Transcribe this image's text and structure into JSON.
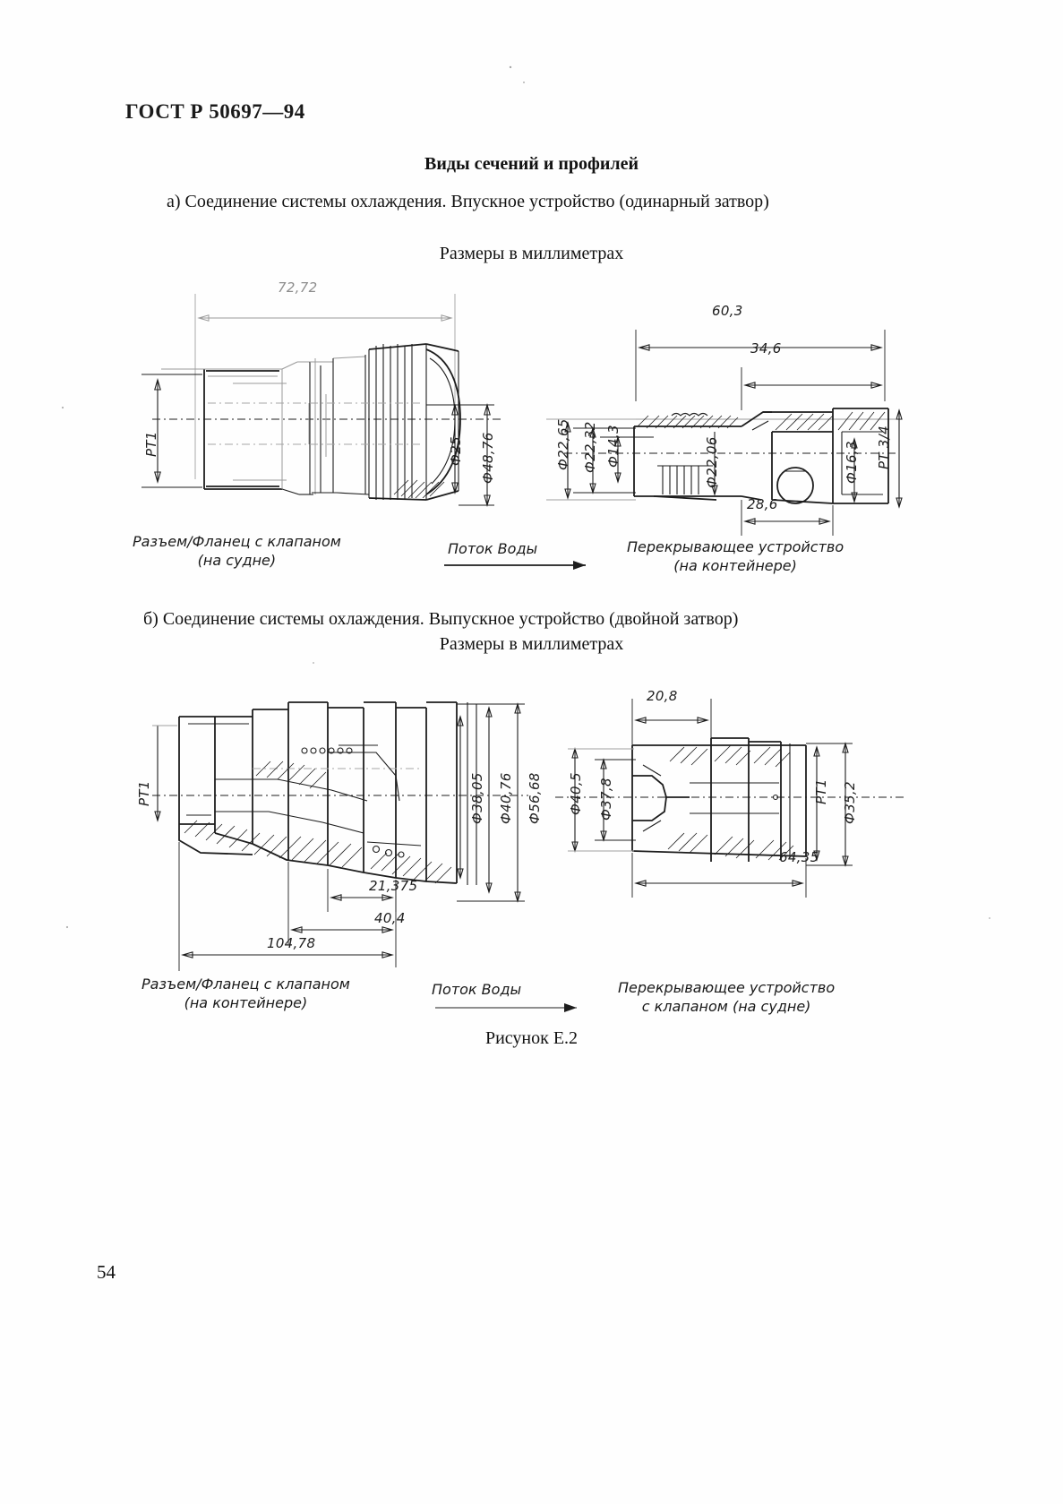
{
  "document": {
    "standard_header": "ГОСТ Р 50697—94",
    "page_number": "54",
    "section_title": "Виды сечений и профилей",
    "figure_caption": "Рисунок Е.2"
  },
  "section_a": {
    "marker": "а)",
    "text": "Соединение системы охлаждения. Впускное устройство (одинарный затвор)",
    "dimensions_note": "Размеры в миллиметрах",
    "left_view": {
      "thread_label": "РТ1",
      "length": "72,72",
      "diameters": [
        "Ф25",
        "Ф48,76"
      ],
      "caption_line1": "Разъем/Фланец с клапаном",
      "caption_line2": "(на судне)"
    },
    "flow_label": "Поток Воды",
    "right_view": {
      "thread_label": "РТ 3/4",
      "lengths": [
        "60,3",
        "34,6",
        "28,6"
      ],
      "diameters": [
        "Ф22,65",
        "Ф22,32",
        "Ф14,3",
        "Ф22,06",
        "Ф16,3"
      ],
      "caption_line1": "Перекрывающее устройство",
      "caption_line2": "(на контейнере)"
    }
  },
  "section_b": {
    "marker": "б)",
    "text": "Соединение системы охлаждения. Выпускное устройство (двойной затвор)",
    "dimensions_note": "Размеры в миллиметрах",
    "left_view": {
      "thread_label": "РТ1",
      "lengths": [
        "21,375",
        "40,4",
        "104,78"
      ],
      "diameters": [
        "Ф38,05",
        "Ф40,76",
        "Ф56,68"
      ],
      "caption_line1": "Разъем/Фланец с клапаном",
      "caption_line2": "(на контейнере)"
    },
    "flow_label": "Поток Воды",
    "right_view": {
      "thread_label": "РТ1",
      "lengths": [
        "20,8",
        "64,35"
      ],
      "diameters": [
        "Ф40,5",
        "Ф37,8",
        "Ф35,2"
      ],
      "caption_line1": "Перекрывающее устройство",
      "caption_line2": "с клапаном (на судне)"
    }
  },
  "colors": {
    "ink": "#1d1d1d",
    "paper": "#fefefe",
    "faded_ink": "#9a9a9a"
  }
}
